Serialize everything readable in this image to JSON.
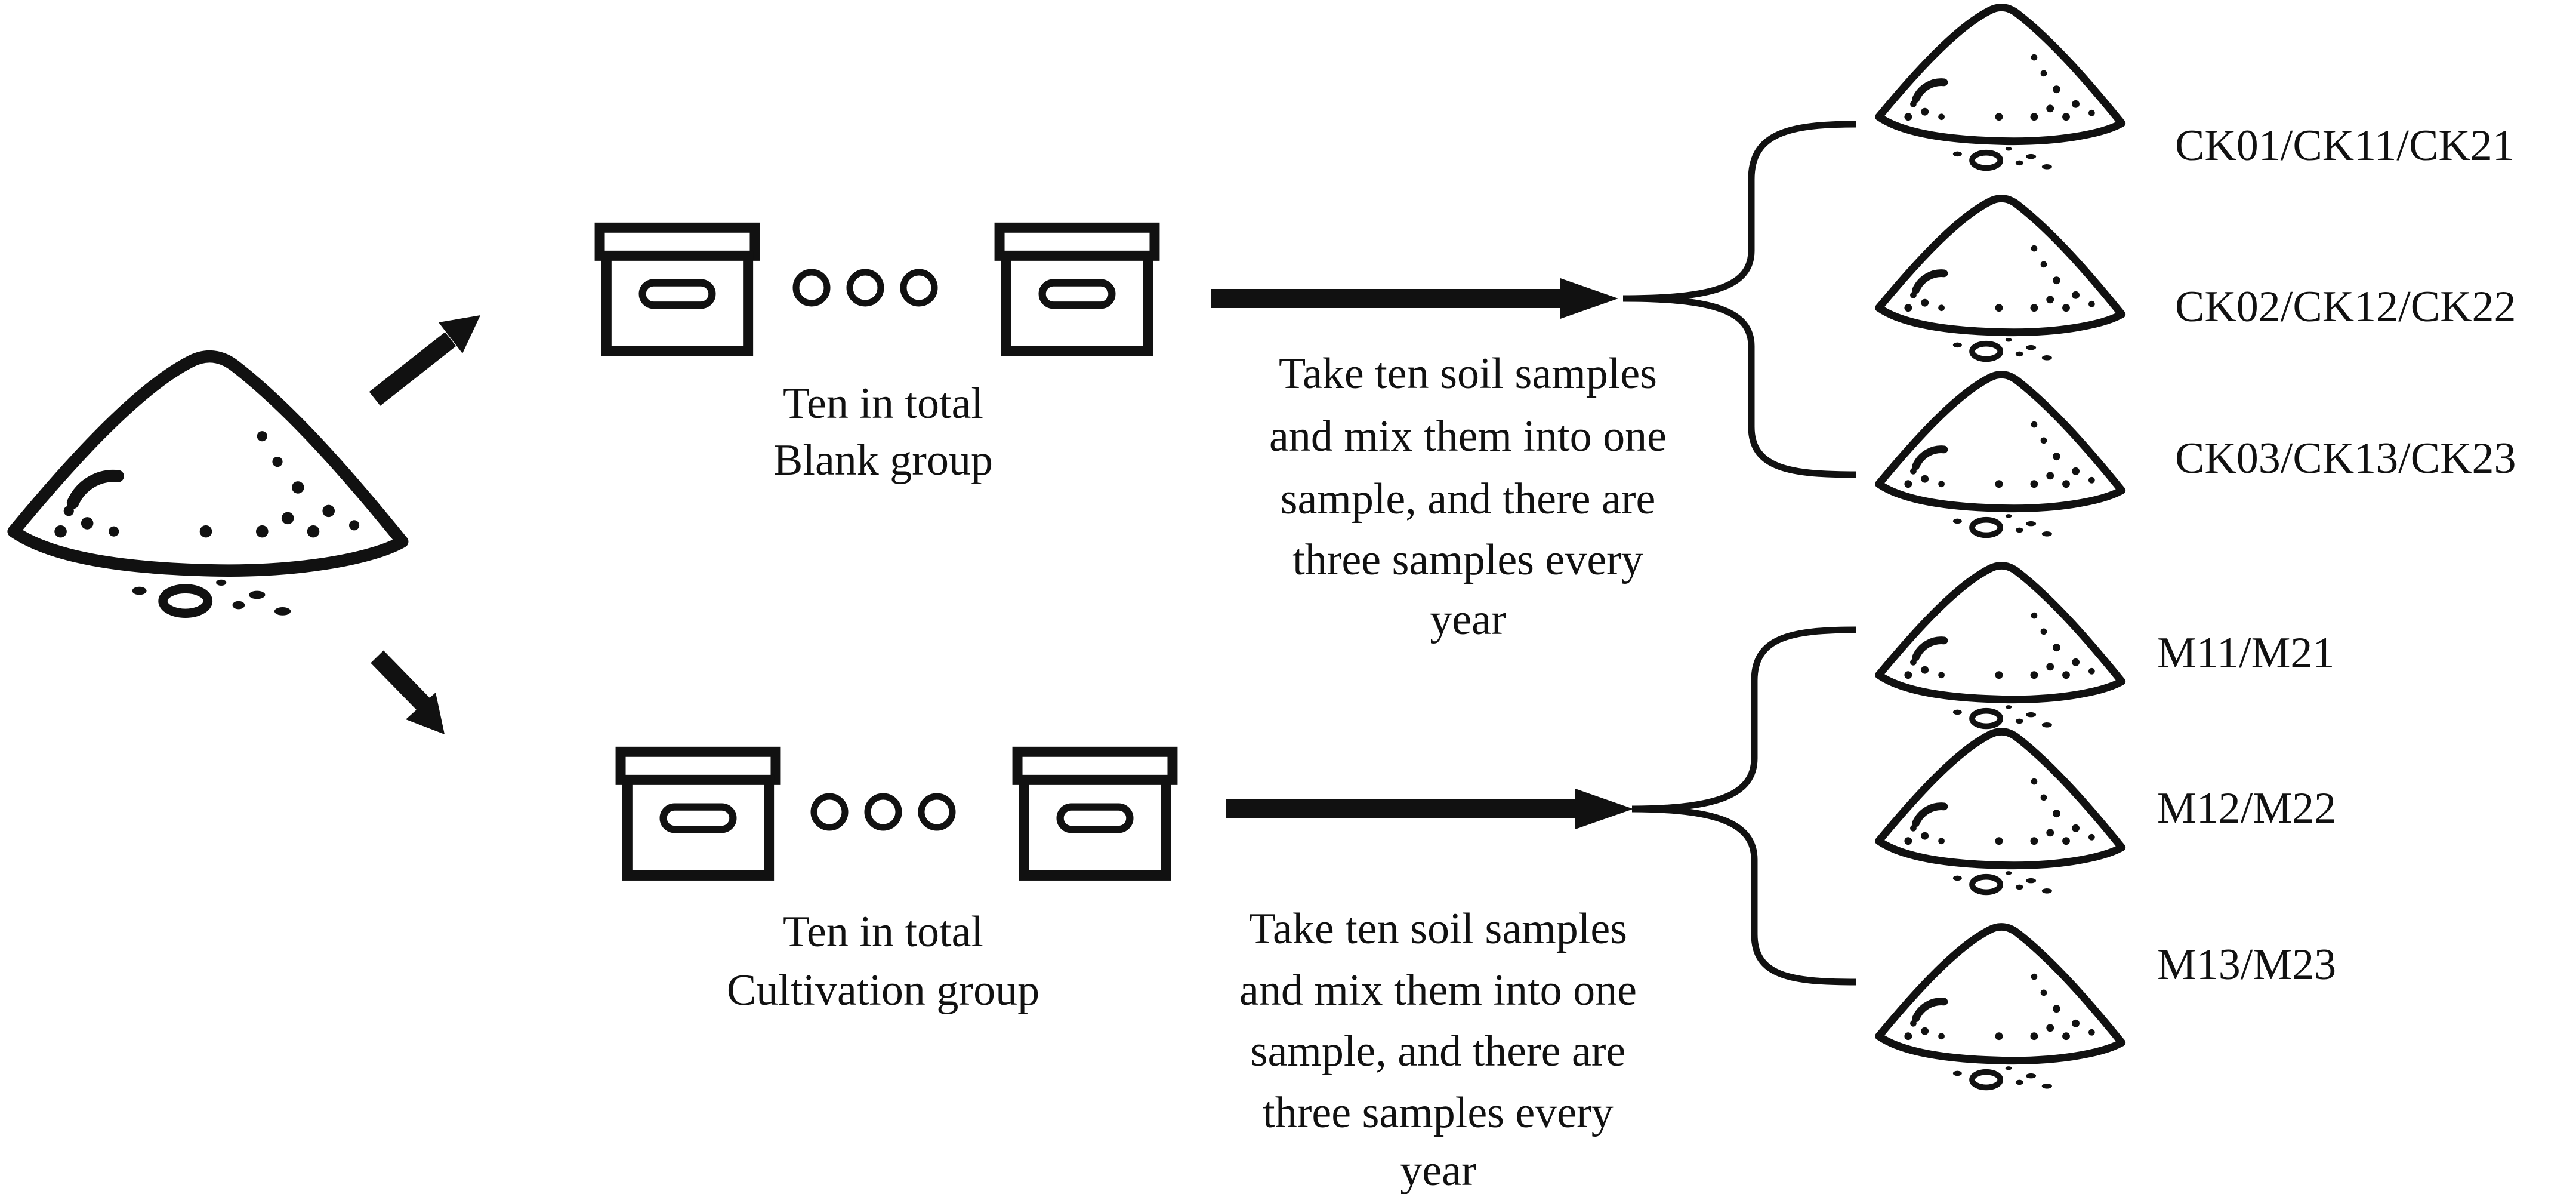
{
  "groups": [
    {
      "id": "blank",
      "caption_line1": "Ten in total",
      "caption_line2": "Blank group",
      "procedure_lines": [
        "Take ten soil samples",
        "and mix them into one",
        "sample, and there are",
        "three samples every",
        "year"
      ],
      "samples": [
        "CK01/CK11/CK21",
        "CK02/CK12/CK22",
        "CK03/CK13/CK23"
      ]
    },
    {
      "id": "cultivation",
      "caption_line1": "Ten in total",
      "caption_line2": "Cultivation group",
      "procedure_lines": [
        "Take ten soil samples",
        "and mix them into one",
        "sample, and there are",
        "three samples every",
        "year"
      ],
      "samples": [
        "M11/M21",
        "M12/M22",
        "M13/M23"
      ]
    }
  ],
  "icons": {
    "soil": "soil-pile-icon",
    "box": "storage-box-icon",
    "ellipsis": "ellipsis-circles-icon",
    "arrow": "arrow-icon",
    "brace": "left-brace-icon"
  },
  "colors": {
    "ink": "#111111",
    "background": "#ffffff"
  }
}
